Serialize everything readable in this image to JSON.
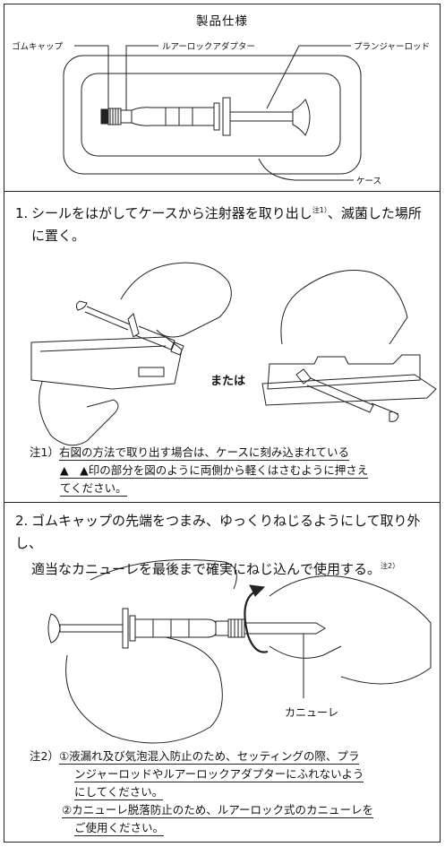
{
  "spec": {
    "title": "製品仕様",
    "labels": {
      "rubber_cap": "ゴムキャップ",
      "luer_lock_adapter": "ルアーロックアダプター",
      "plunger_rod": "プランジャーロッド",
      "case": "ケース"
    }
  },
  "step1": {
    "number": "1.",
    "line1": "シールをはがしてケースから注射器を取り出し",
    "note_ref": "注1）",
    "line1_tail": "、滅菌した場所",
    "line2": "に置く。",
    "or_label": "または",
    "note_label": "注1）",
    "note_line1": "右図の方法で取り出す場合は、ケースに刻み込まれている",
    "note_line2": "▲　▲印の部分を図のように両側から軽くはさむように押さえ",
    "note_line3": "てください。"
  },
  "step2": {
    "number": "2.",
    "line1": "ゴムキャップの先端をつまみ、ゆっくりねじるようにして取り外し、",
    "line2": "適当なカニューレを最後まで確実にねじ込んで使用する。",
    "note_ref": "注2）",
    "cannula_label": "カニューレ",
    "note_label": "注2）",
    "note_a_line1": "①液漏れ及び気泡混入防止のため、セッティングの際、プラ",
    "note_a_line2": "ンジャーロッドやルアーロックアダプターにふれないよう",
    "note_a_line3": "にしてください。",
    "note_b_line1": "②カニューレ脱落防止のため、ルアーロック式のカニューレを",
    "note_b_line2": "ご使用ください。"
  },
  "colors": {
    "line": "#222222",
    "background": "#ffffff"
  }
}
